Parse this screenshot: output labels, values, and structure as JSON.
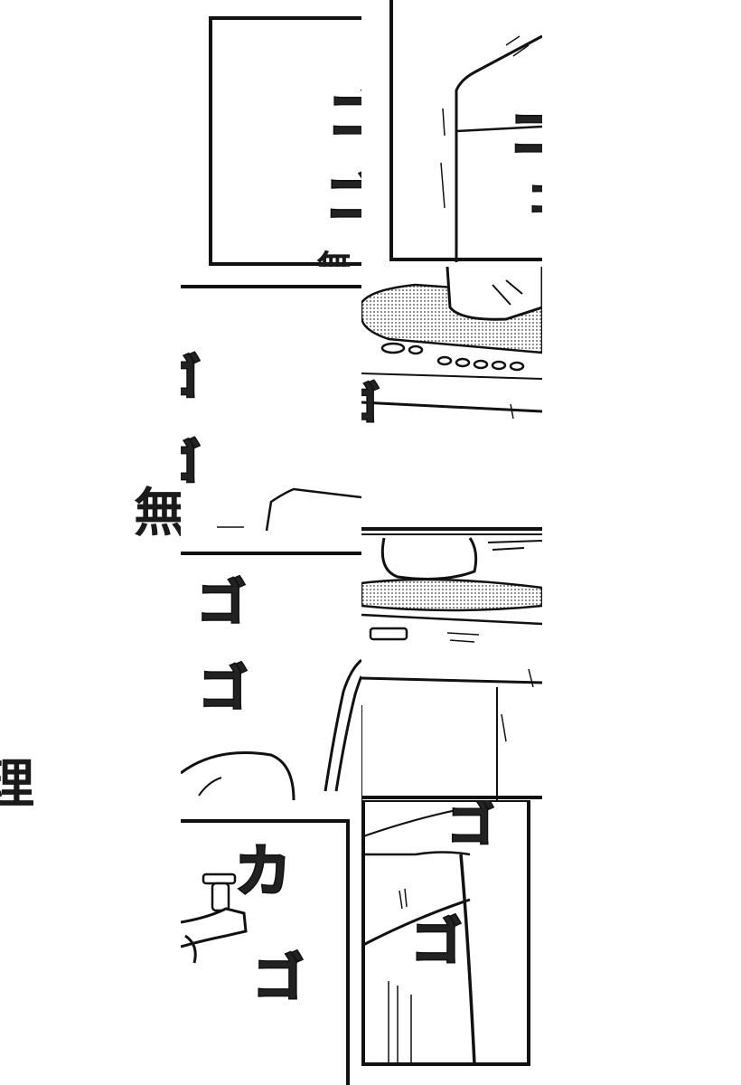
{
  "page": {
    "background": "#ffffff",
    "ink": "#111111",
    "screentone": "#9a9a9a"
  },
  "left_fragments": {
    "fragment_1": "無",
    "fragment_2": "理"
  },
  "tiles": [
    {
      "id": "t1",
      "sfx": [
        "ゴ",
        "ゴ"
      ],
      "fragment": "無"
    },
    {
      "id": "t2",
      "sfx": [
        "ゴ",
        "ゴ"
      ]
    },
    {
      "id": "t3",
      "sfx": [
        "ゴ",
        "ゴ"
      ],
      "fragment": "無"
    },
    {
      "id": "t4",
      "sfx": [
        "ゴ"
      ]
    },
    {
      "id": "t5",
      "sfx": [
        "ゴ",
        "ゴ"
      ]
    },
    {
      "id": "t6",
      "sfx": []
    },
    {
      "id": "t7",
      "sfx": [
        "カ",
        "ゴ"
      ]
    },
    {
      "id": "t8",
      "sfx": [
        "ゴ",
        "ゴ"
      ]
    }
  ]
}
